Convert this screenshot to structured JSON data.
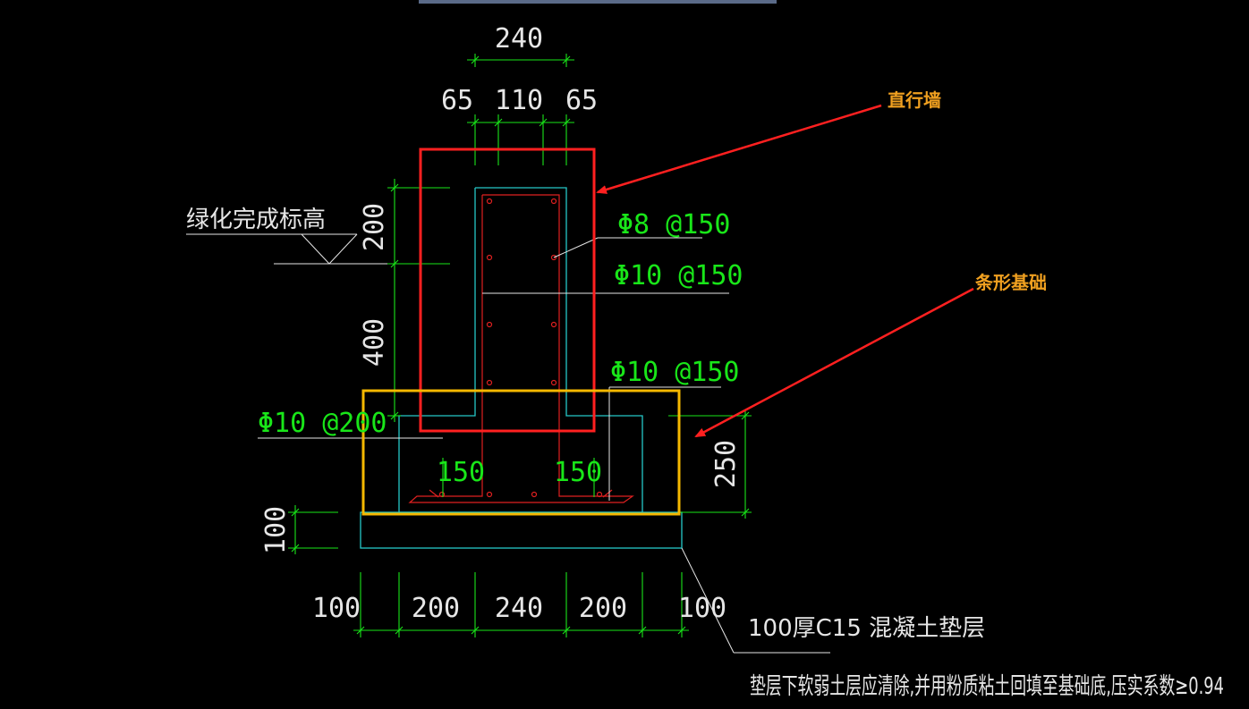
{
  "colors": {
    "background": "#000000",
    "dimension": "#19e619",
    "concrete": "#25c8c8",
    "rebar": "#e02020",
    "text": "#e6e6e6",
    "wall_highlight": "#ff2020",
    "footing_highlight": "#f5b800",
    "annotation_text": "#f0a020",
    "top_bar": "#5a6a88"
  },
  "dimensions": {
    "top_total": "240",
    "top_left": "65",
    "top_mid": "110",
    "top_right": "65",
    "wall_upper": "200",
    "wall_lower": "400",
    "footing_height": "250",
    "pad_height": "100",
    "left_inner": "150",
    "right_inner": "150",
    "bottom": [
      "100",
      "200",
      "240",
      "200",
      "100"
    ]
  },
  "rebar_labels": {
    "stirrup": "Φ8 @150",
    "vertical": "Φ10 @150",
    "footing_dowel": "Φ10 @150",
    "footing_bottom": "Φ10 @200"
  },
  "labels": {
    "grade_level": "绿化完成标高",
    "pad_note": "100厚C15 混凝土垫层",
    "soil_note": "垫层下软弱土层应清除,并用粉质粘土回填至基础底,压实系数≥0.94"
  },
  "annotations": {
    "wall": "直行墙",
    "footing": "条形基础"
  }
}
